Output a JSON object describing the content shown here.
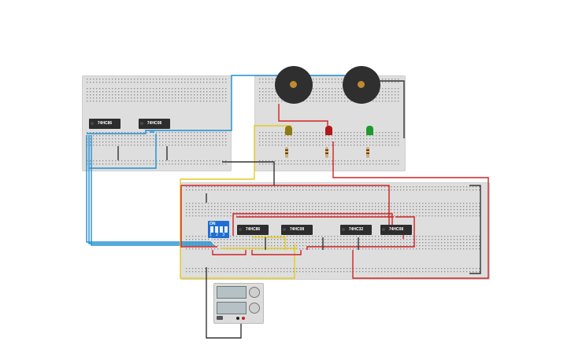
{
  "circuit": {
    "chips": [
      {
        "id": "chip-a",
        "label": "74HC86"
      },
      {
        "id": "chip-b",
        "label": "74HC08"
      },
      {
        "id": "chip-c",
        "label": "74HC86"
      },
      {
        "id": "chip-d",
        "label": "74HC08"
      },
      {
        "id": "chip-e",
        "label": "74HC32"
      },
      {
        "id": "chip-f",
        "label": "74HC08"
      }
    ],
    "dip_switch": {
      "on_label": "ON",
      "positions": "1 2 3 4"
    },
    "leds": [
      {
        "name": "led-olive",
        "color": "#8c7a12"
      },
      {
        "name": "led-red",
        "color": "#b01818"
      },
      {
        "name": "led-green",
        "color": "#1b9b2c"
      }
    ],
    "wire_colors": {
      "blue": "#1f8fd0",
      "red": "#d22222",
      "yellow": "#e5cc1e",
      "black": "#333333"
    }
  }
}
